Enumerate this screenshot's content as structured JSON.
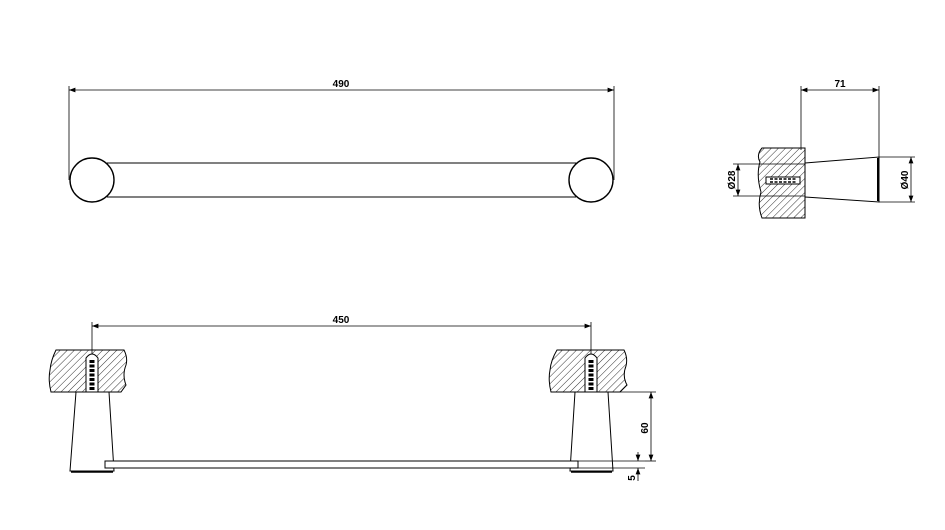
{
  "drawing": {
    "top_view": {
      "overall_length_label": "490"
    },
    "side_view": {
      "projection_label": "71",
      "base_diameter_label": "Ø28",
      "end_diameter_label": "Ø40"
    },
    "front_view": {
      "center_distance_label": "450",
      "height_label": "60",
      "bar_thickness_label": "5"
    }
  },
  "colors": {
    "line": "#000000",
    "background": "#ffffff"
  }
}
